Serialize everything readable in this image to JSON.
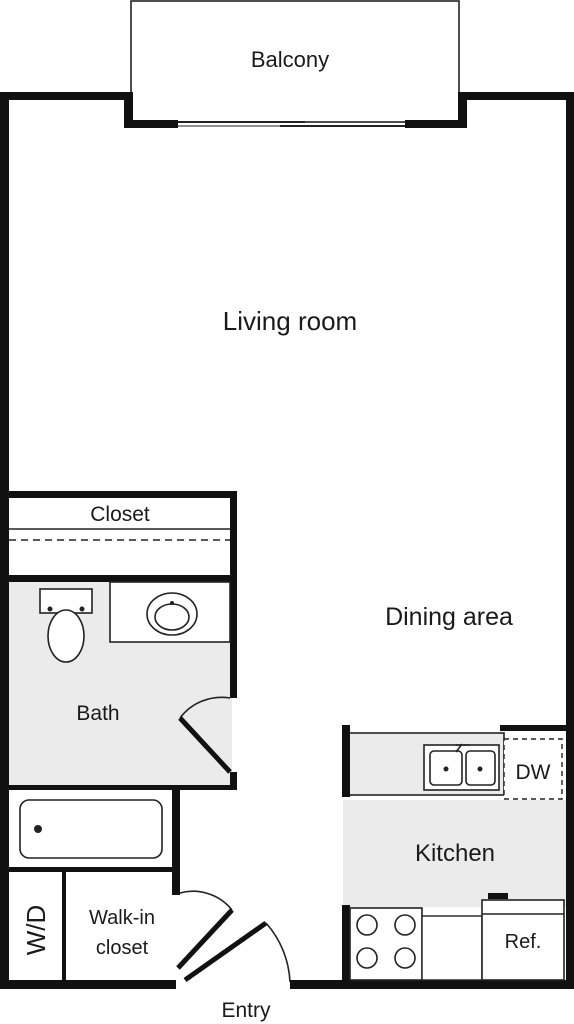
{
  "rooms": {
    "balcony": "Balcony",
    "living_room": "Living room",
    "closet": "Closet",
    "dining_area": "Dining area",
    "bath": "Bath",
    "dw": "DW",
    "kitchen": "Kitchen",
    "wd": "W/D",
    "walk_in_line1": "Walk-in",
    "walk_in_line2": "closet",
    "ref": "Ref.",
    "entry": "Entry"
  },
  "colors": {
    "wall": "#111111",
    "floor_shade": "#ebebeb",
    "background": "#ffffff"
  }
}
